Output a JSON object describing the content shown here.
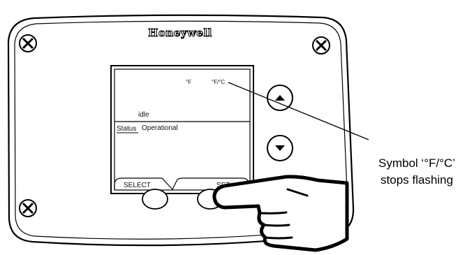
{
  "device": {
    "brand": "Honeywell"
  },
  "display": {
    "unit_f": "°F",
    "unit_fc": "°F/°C",
    "mode": "idle",
    "status_label": "Status",
    "status_value": "Operational",
    "softkey_left": "SELECT",
    "softkey_right": "SET"
  },
  "buttons": {
    "up": "up-arrow-icon",
    "down": "down-arrow-icon"
  },
  "callout": {
    "line1": "Symbol ‘°F/°C’",
    "line2": "stops flashing"
  }
}
